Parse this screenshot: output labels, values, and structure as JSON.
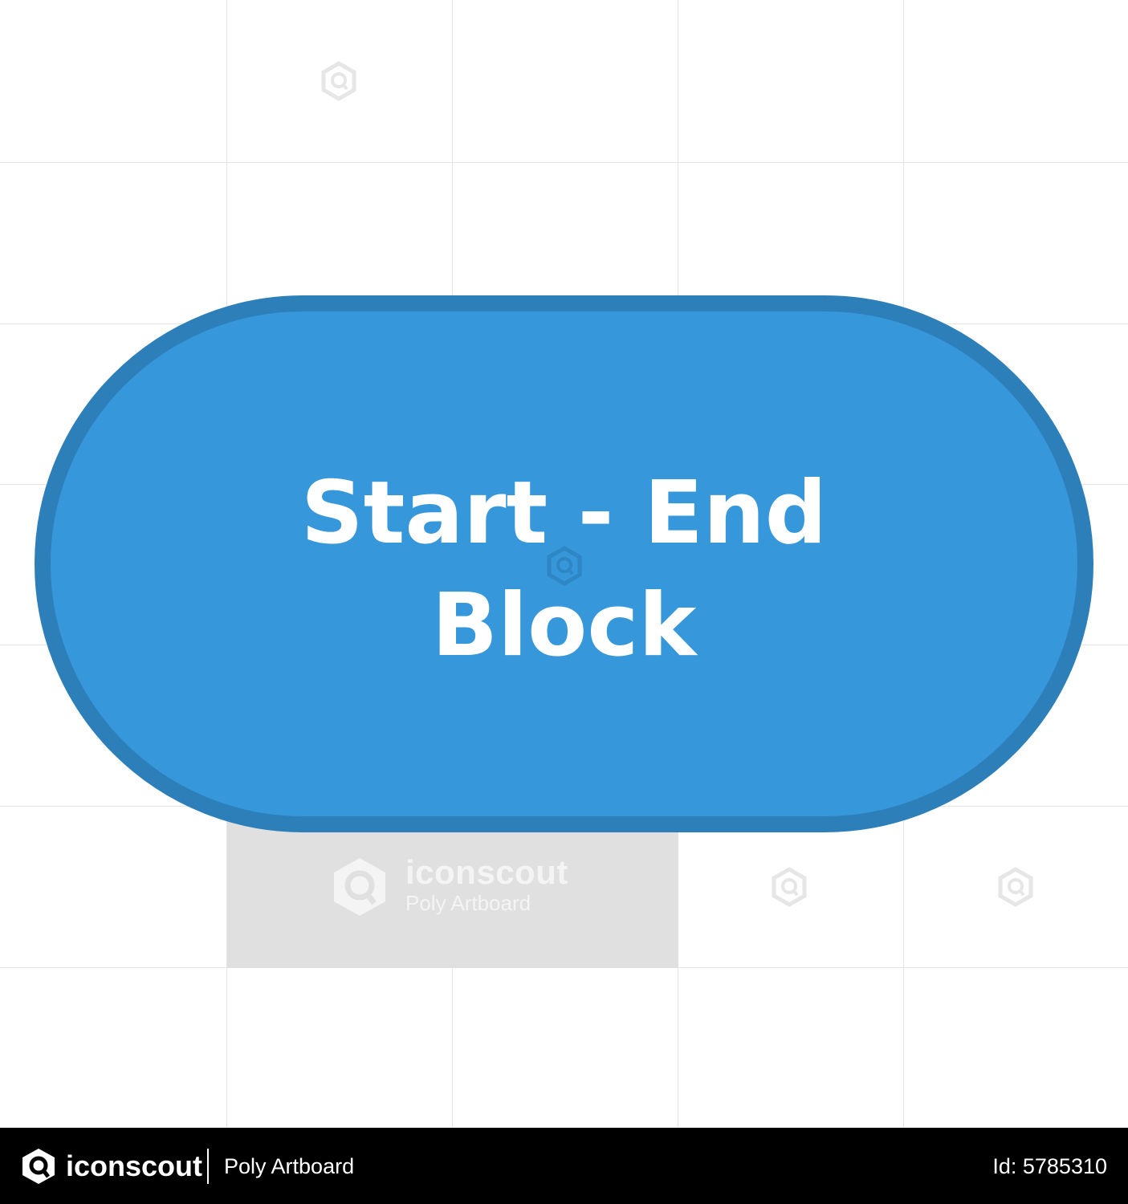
{
  "block": {
    "label_line1": "Start - End",
    "label_line2": "Block",
    "fill_color": "#3496db",
    "border_color": "#2d7fb9",
    "text_color": "#ffffff"
  },
  "watermark": {
    "brand": "iconscout",
    "sub": "Poly Artboard",
    "icon": "iconscout-logo-icon"
  },
  "footer": {
    "brand": "iconscout",
    "product": "Poly Artboard",
    "id_text": "Id: 5785310",
    "icon": "iconscout-logo-icon"
  },
  "colors": {
    "grid": "#e4e4e4",
    "watermark_block": "#e0e0e0",
    "footer_bg": "#000000"
  }
}
